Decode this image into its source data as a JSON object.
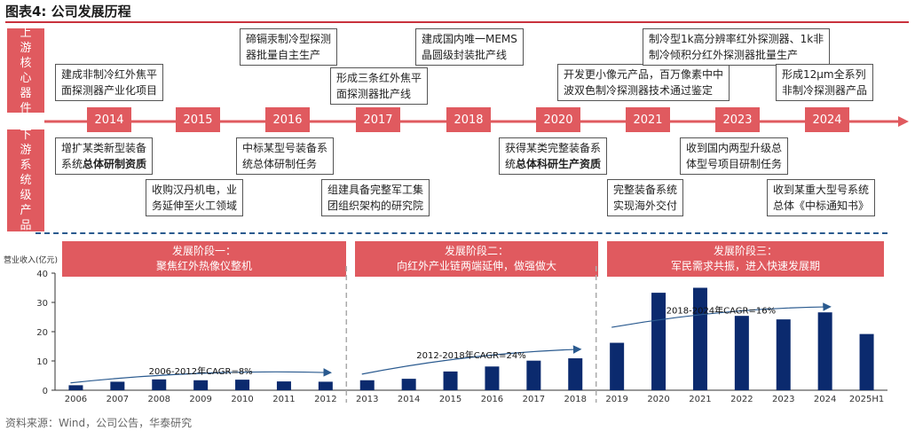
{
  "title": "图表4:  公司发展历程",
  "sides": {
    "upper": "上游核心器件",
    "lower": "下游系统级产品"
  },
  "years": [
    "2014",
    "2015",
    "2016",
    "2017",
    "2018",
    "2020",
    "2021",
    "2023",
    "2024"
  ],
  "upper_events": [
    {
      "text": "建成非制冷红外焦平\n面探测器产业化项目"
    },
    {
      "text": "碲镉汞制冷型探测\n器批量自主生产"
    },
    {
      "text": "形成三条红外焦平\n面探测器批产线"
    },
    {
      "text": "建成国内唯一MEMS\n晶圆级封装批产线"
    },
    {
      "text": "开发更小像元产品，百万像素中中\n波双色制冷探测器技术通过鉴定"
    },
    {
      "text": "制冷型1k高分辨率红外探测器、1k非\n制冷倾积分红外探测器批量生产"
    },
    {
      "text": "形成12μm全系列\n非制冷探测器产品"
    }
  ],
  "lower_events": [
    {
      "pre": "增扩某类新型装备\n系统",
      "bold": "总体研制资质"
    },
    {
      "pre": "收购汉丹机电，业\n务延伸至火工领域",
      "bold": ""
    },
    {
      "pre": "中标某型号装备系\n统总体研制任务",
      "bold": ""
    },
    {
      "pre": "组建具备完整军工集\n团组织架构的研究院",
      "bold": ""
    },
    {
      "pre": "获得某类完整装备系\n统",
      "bold": "总体科研生产资质"
    },
    {
      "pre": "完整装备系统\n实现海外交付",
      "bold": ""
    },
    {
      "pre": "收到国内两型升级总\n体型号项目研制任务",
      "bold": ""
    },
    {
      "pre": "收到某重大型号系统\n总体《中标通知书》",
      "bold": ""
    }
  ],
  "phases": [
    {
      "line1": "发展阶段一：",
      "line2": "聚焦红外热像仪整机"
    },
    {
      "line1": "发展阶段二：",
      "line2": "向红外产业链两端延伸，做强做大"
    },
    {
      "line1": "发展阶段三：",
      "line2": "军民需求共振，进入快速发展期"
    }
  ],
  "source": "资料来源：Wind，公司公告，华泰研究",
  "chart_data": {
    "type": "bar",
    "ylabel": "营业收入(亿元)",
    "ylim": [
      0,
      40
    ],
    "yticks": [
      0,
      10,
      20,
      30,
      40
    ],
    "categories": [
      "2006",
      "2007",
      "2008",
      "2009",
      "2010",
      "2011",
      "2012",
      "2013",
      "2014",
      "2015",
      "2016",
      "2017",
      "2018",
      "2019",
      "2020",
      "2021",
      "2022",
      "2023",
      "2024",
      "2025H1"
    ],
    "values": [
      1.7,
      2.9,
      3.7,
      3.4,
      3.6,
      3.0,
      2.9,
      3.4,
      3.9,
      6.4,
      8.1,
      10.1,
      10.9,
      16.2,
      33.3,
      35.0,
      25.4,
      24.2,
      26.6,
      19.2
    ],
    "bar_color": "#0b2a6e",
    "annotations": [
      {
        "label": "2006-2012年CAGR=8%",
        "from": "2006",
        "to": "2012",
        "y_start": 2.5,
        "y_end": 6.0
      },
      {
        "label": "2012-2018年CAGR=24%",
        "from": "2013",
        "to": "2018",
        "y_start": 5.5,
        "y_end": 14.0
      },
      {
        "label": "2018-2024年CAGR=16%",
        "from": "2019",
        "to": "2024",
        "y_start": 21.5,
        "y_end": 28.5
      }
    ]
  }
}
